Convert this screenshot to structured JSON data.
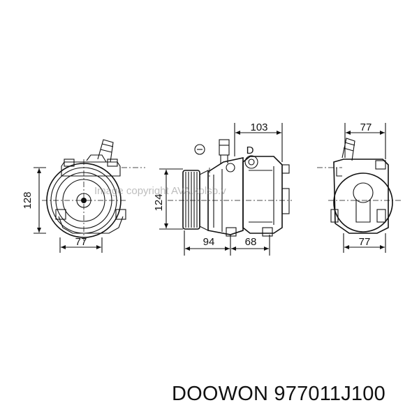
{
  "caption": {
    "brand": "DOOWON",
    "part_number": "977011J100"
  },
  "watermark": "Image copyright AVA.kolsb.v",
  "dimensions": {
    "left_height": "128",
    "left_width": "77",
    "center_top": "103",
    "center_height": "124",
    "center_bottom_left": "94",
    "center_bottom_right": "68",
    "right_top": "77",
    "right_bottom": "77"
  },
  "port_label": "D",
  "colors": {
    "ink": "#111111",
    "background": "#ffffff",
    "watermark": "#888888"
  }
}
